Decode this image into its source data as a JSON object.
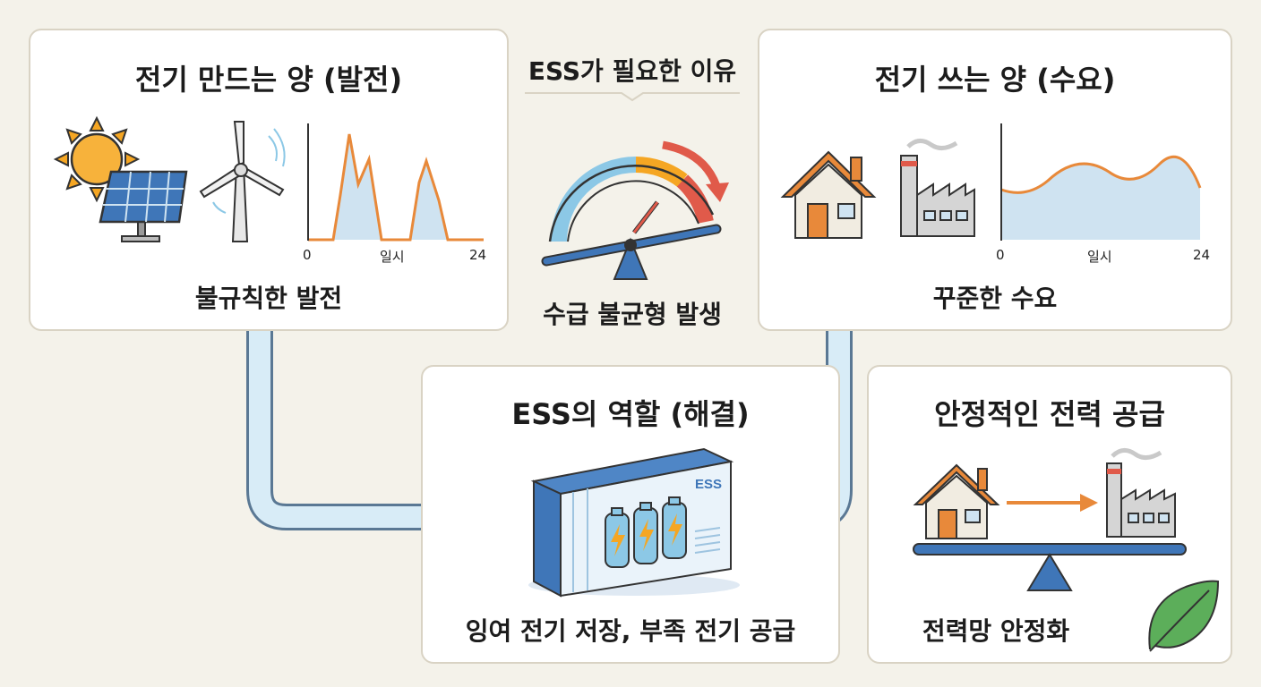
{
  "generation": {
    "title": "전기 만드는 양 (발전)",
    "caption": "불규칙한 발전",
    "axis_start": "0",
    "axis_mid": "일시",
    "axis_end": "24"
  },
  "center": {
    "label": "ESS가 필요한 이유",
    "caption": "수급 불균형 발생"
  },
  "demand": {
    "title": "전기 쓰는 양 (수요)",
    "caption": "꾸준한 수요",
    "axis_start": "0",
    "axis_mid": "일시",
    "axis_end": "24"
  },
  "ess": {
    "title": "ESS의 역할 (해결)",
    "caption": "잉여 전기 저장, 부족 전기 공급",
    "container_label": "ESS"
  },
  "stable": {
    "title": "안정적인 전력 공급",
    "caption": "전력망 안정화"
  },
  "colors": {
    "background": "#f4f2ea",
    "accent_orange": "#e8893a",
    "accent_blue": "#3f76b8",
    "chart_fill": "#cfe3f1",
    "pipe": "#d8ecf7",
    "leaf": "#5cae5a"
  },
  "icons": [
    "sun-icon",
    "solar-panel-icon",
    "wind-turbine-icon",
    "gauge-icon",
    "seesaw-icon",
    "house-icon",
    "factory-icon",
    "battery-container-icon",
    "leaf-icon",
    "arrow-right-icon"
  ]
}
